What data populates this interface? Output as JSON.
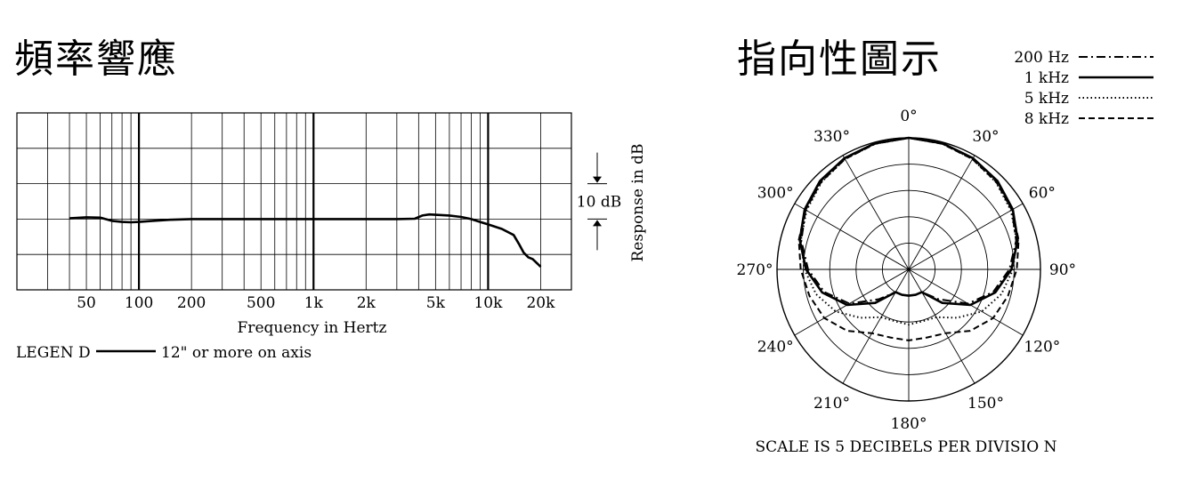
{
  "titles": {
    "frequency_response": "頻率響應",
    "polar_pattern": "指向性圖示"
  },
  "chart_data": [
    {
      "type": "line",
      "title": "頻率響應",
      "xlabel": "Frequency in Hertz",
      "ylabel": "Response in dB",
      "x_scale": "log",
      "xlim": [
        20,
        30000
      ],
      "x_tick_labels": [
        {
          "value": 50,
          "label": "50"
        },
        {
          "value": 100,
          "label": "100"
        },
        {
          "value": 200,
          "label": "200"
        },
        {
          "value": 500,
          "label": "500"
        },
        {
          "value": 1000,
          "label": "1k"
        },
        {
          "value": 2000,
          "label": "2k"
        },
        {
          "value": 5000,
          "label": "5k"
        },
        {
          "value": 10000,
          "label": "10k"
        },
        {
          "value": 20000,
          "label": "20k"
        }
      ],
      "ylim": [
        -20,
        30
      ],
      "grid": true,
      "scale_marker": "10 dB",
      "legend_label": "LEGEN D",
      "series": [
        {
          "name": "12\" or more on axis",
          "style": "solid",
          "x": [
            40,
            50,
            60,
            70,
            80,
            90,
            100,
            120,
            150,
            200,
            500,
            1000,
            2000,
            3000,
            3800,
            4200,
            4600,
            5000,
            6000,
            7000,
            8000,
            9000,
            10000,
            12000,
            14000,
            15000,
            16000,
            17000,
            18000,
            20000
          ],
          "y": [
            0.2,
            0.5,
            0.4,
            -0.5,
            -0.8,
            -0.9,
            -0.8,
            -0.5,
            -0.2,
            0,
            0,
            0,
            0,
            0,
            0.1,
            1.0,
            1.3,
            1.2,
            1.0,
            0.6,
            0,
            -0.8,
            -1.5,
            -2.8,
            -4.5,
            -7.0,
            -9.5,
            -10.8,
            -11.3,
            -13.5
          ]
        }
      ]
    },
    {
      "type": "polar",
      "title": "指向性圖示",
      "caption": "SCALE IS 5 DECIBELS PER DIVISIO  N",
      "radial_unit_db_per_division": 5,
      "angle_labels": [
        "0°",
        "30°",
        "60°",
        "90°",
        "120°",
        "150°",
        "180°",
        "210°",
        "240°",
        "270°",
        "300°",
        "330°"
      ],
      "angles_deg": [
        0,
        15,
        30,
        45,
        60,
        75,
        90,
        105,
        120,
        135,
        150,
        165,
        180,
        195,
        210,
        225,
        240,
        255,
        270,
        285,
        300,
        315,
        330,
        345
      ],
      "series": [
        {
          "name": "200 Hz",
          "style": "dashdot",
          "db": [
            0,
            -0.2,
            -0.6,
            -1.3,
            -2.4,
            -3.9,
            -5.9,
            -8.4,
            -12,
            -17,
            -20,
            -20,
            -20,
            -20,
            -20,
            -17,
            -12,
            -8.4,
            -5.9,
            -3.9,
            -2.4,
            -1.3,
            -0.6,
            -0.2
          ]
        },
        {
          "name": "1 kHz",
          "style": "solid",
          "db": [
            0,
            -0.2,
            -0.6,
            -1.2,
            -2.2,
            -3.6,
            -5.5,
            -8.0,
            -11.5,
            -16,
            -20,
            -20,
            -20,
            -20,
            -20,
            -16,
            -11.5,
            -8.0,
            -5.5,
            -3.6,
            -2.2,
            -1.2,
            -0.6,
            -0.2
          ]
        },
        {
          "name": "5 kHz",
          "style": "dotted",
          "db": [
            0,
            -0.3,
            -0.8,
            -1.6,
            -2.6,
            -3.8,
            -5.2,
            -6.8,
            -9.0,
            -12,
            -14.5,
            -14.8,
            -14.5,
            -14.8,
            -14.5,
            -12,
            -9.0,
            -6.8,
            -5.2,
            -3.8,
            -2.6,
            -1.6,
            -0.8,
            -0.3
          ]
        },
        {
          "name": "8 kHz",
          "style": "dashed",
          "db": [
            0,
            -0.3,
            -0.8,
            -1.5,
            -2.4,
            -3.4,
            -4.5,
            -5.5,
            -6.5,
            -8.5,
            -11,
            -11.6,
            -11.5,
            -11.6,
            -11,
            -8.5,
            -6.5,
            -5.5,
            -4.5,
            -3.4,
            -2.4,
            -1.5,
            -0.8,
            -0.3
          ]
        }
      ]
    }
  ]
}
